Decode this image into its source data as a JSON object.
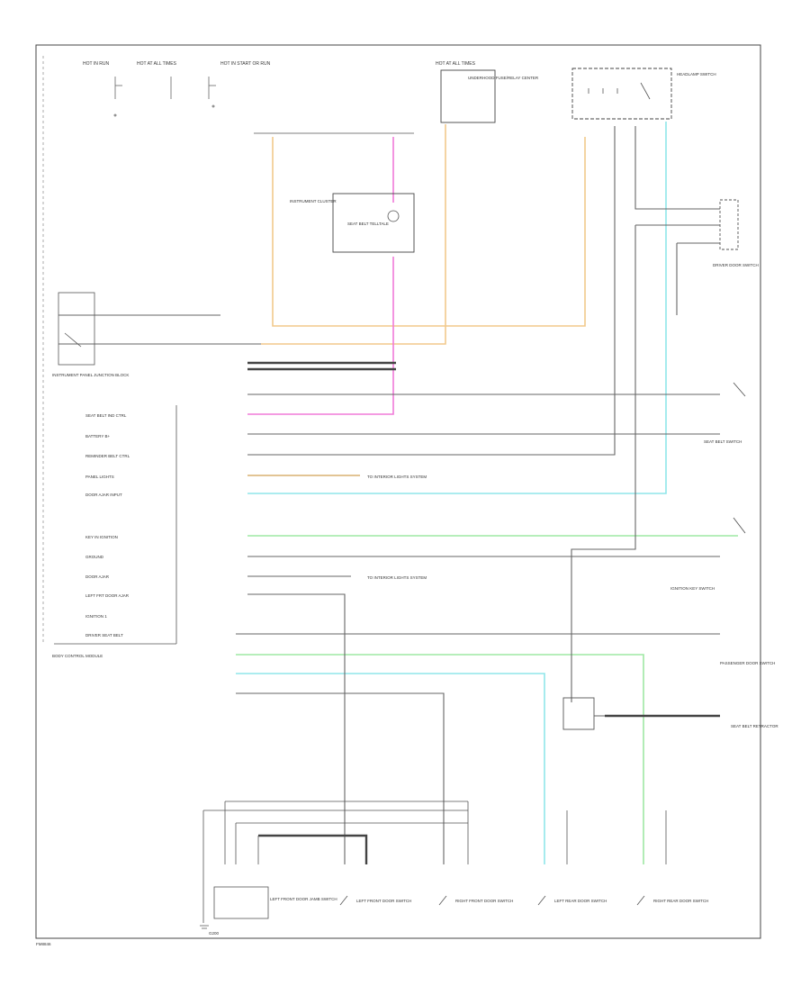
{
  "colors": {
    "black": "#555555",
    "orange": "#f2c98c",
    "pink": "#f07ad8",
    "tan": "#d8b070",
    "cyan": "#8fe6ea",
    "green": "#9ee8a4",
    "frame": "#444444",
    "grey": "#777777"
  },
  "labels": {
    "top_fuse_1": "HOT IN RUN",
    "top_fuse_2": "HOT AT ALL TIMES",
    "top_fuse_3": "HOT IN START OR RUN",
    "top_fuse_4": "HOT AT ALL TIMES",
    "underhood_box": "UNDERHOOD FUSE/RELAY CENTER",
    "switch_box": "HEADLAMP SWITCH",
    "module_left": "BODY CONTROL MODULE",
    "connector_left": "INSTRUMENT PANEL JUNCTION BLOCK",
    "seat_belt_switch": "SEAT BELT SWITCH",
    "driver_door_switch": "DRIVER DOOR SWITCH",
    "key_switch": "IGNITION KEY SWITCH",
    "passenger_door": "PASSENGER DOOR SWITCH",
    "seat_module": "SEAT BELT RETRACTOR",
    "ground_ref": "G200",
    "footer": "FM8846",
    "door_1": "LEFT FRONT DOOR JAMB SWITCH",
    "door_2": "LEFT FRONT DOOR SWITCH",
    "door_3": "RIGHT FRONT DOOR SWITCH",
    "door_4": "LEFT REAR DOOR SWITCH",
    "door_5": "RIGHT REAR DOOR SWITCH",
    "pin_1": "SEAT BELT IND CTRL",
    "pin_2": "BATTERY B+",
    "pin_3": "REMINDER BELT CTRL",
    "pin_4": "PANEL LIGHTS",
    "pin_5": "DOOR AJAR INPUT",
    "pin_6": "KEY IN IGNITION",
    "pin_7": "GROUND",
    "pin_8": "DOOR AJAR",
    "pin_9": "LEFT FRT DOOR AJAR",
    "pin_10": "IGNITION 1",
    "pin_11": "DRIVER SEAT BELT",
    "lamp": "SEAT BELT TELLTALE",
    "lamp_box": "INSTRUMENT CLUSTER",
    "wire_tag_1": "TO INTERIOR LIGHTS SYSTEM",
    "wire_tag_2": "TO INTERIOR LIGHTS SYSTEM"
  }
}
